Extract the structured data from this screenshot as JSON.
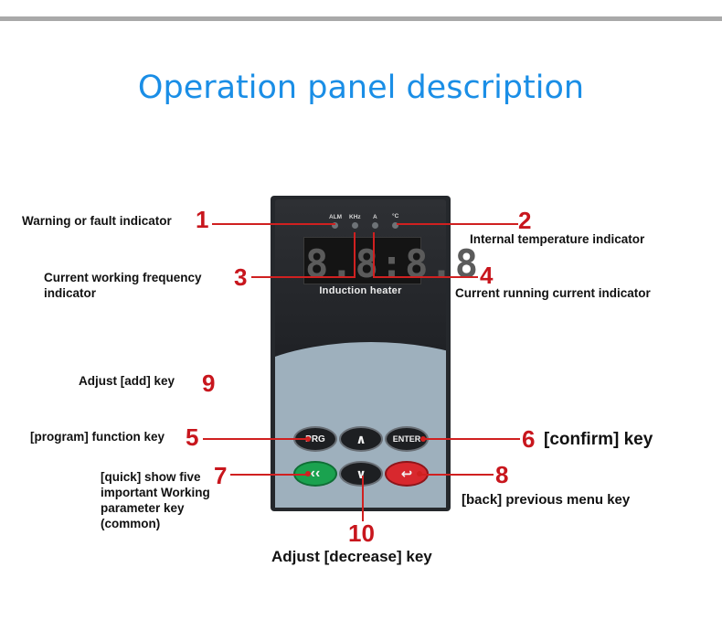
{
  "title": "Operation panel description",
  "device": {
    "led_labels": [
      "ALM",
      "KHz",
      "A",
      "°C"
    ],
    "display_text": "8.8:8.8",
    "model_label": "Induction heater",
    "keys": {
      "prg": "PRG",
      "up": "∧",
      "enter": "ENTER",
      "quick": "‹‹",
      "down": "∨",
      "back": "↩"
    }
  },
  "annotations": [
    {
      "num": "1",
      "label": "Warning or fault indicator"
    },
    {
      "num": "2",
      "label": "Internal temperature indicator"
    },
    {
      "num": "3",
      "label": "Current working frequency indicator"
    },
    {
      "num": "4",
      "label": "Current running current indicator"
    },
    {
      "num": "5",
      "label": "[program] function key"
    },
    {
      "num": "6",
      "label": "[confirm] key"
    },
    {
      "num": "7",
      "label": "[quick] show five important Working parameter key (common)"
    },
    {
      "num": "8",
      "label": "[back] previous menu key"
    },
    {
      "num": "9",
      "label": "Adjust [add] key"
    },
    {
      "num": "10",
      "label": "Adjust [decrease] key"
    }
  ],
  "colors": {
    "title": "#1a8ee6",
    "callout": "#c8161d",
    "panel": "#9eb0bd",
    "quick_key": "#1aa24f",
    "back_key": "#d8282e"
  }
}
